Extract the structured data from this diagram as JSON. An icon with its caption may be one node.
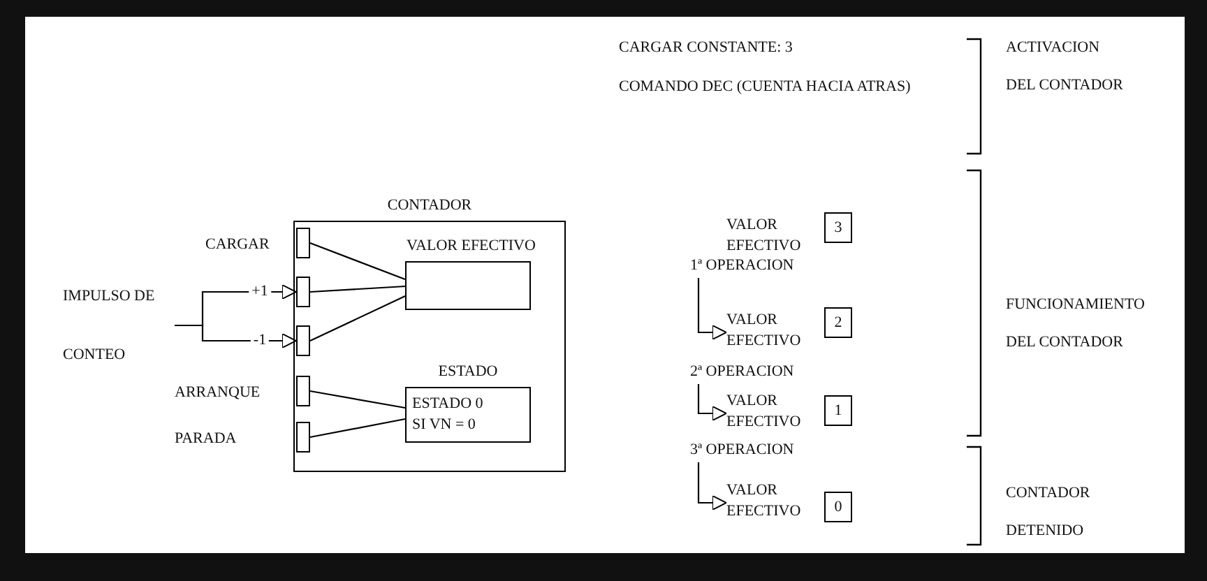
{
  "diagram": {
    "nodes": [
      {
        "text": [
          "IMPULSO DE",
          "CONTEO"
        ]
      },
      {
        "text": [
          "CONTADOR"
        ]
      },
      {
        "text": [],
        "shape": "box",
        "in": 1,
        "beside": [
          "CARGAR"
        ]
      },
      {
        "text": [],
        "shape": "box",
        "in": 1
      },
      {
        "text": [],
        "shape": "box",
        "in": 1
      },
      {
        "text": [],
        "shape": "box",
        "in": 1,
        "beside": [
          "ARRANQUE"
        ]
      },
      {
        "text": [],
        "shape": "box",
        "in": 1,
        "beside": [
          "PARADA"
        ]
      },
      {
        "text": [
          "VALOR EFECTIVO"
        ],
        "in": 1
      },
      {
        "text": [
          "ESTADO",
          "ESTADO 0 SI VN = 0"
        ],
        "in": 1
      },
      {
        "text": [
          "3"
        ]
      },
      {
        "text": [
          "1ª OPERACION"
        ]
      },
      {
        "text": [
          "VALOR EFECTIVO"
        ]
      },
      {
        "text": [
          "2"
        ]
      },
      {
        "text": [
          "2ª OPERACION"
        ]
      },
      {
        "text": [
          "VALOR EFECTIVO"
        ]
      },
      {
        "text": [
          "1"
        ]
      },
      {
        "text": [
          "3ª OPERACION"
        ]
      },
      {
        "text": [
          "VALOR EFECTIVO"
        ]
      },
      {
        "text": [
          "0"
        ]
      }
    ],
    "edges": [
      {
        "from": 0,
        "to": 3,
        "arrow": "to",
        "label": "+1"
      },
      {
        "from": 0,
        "to": 4,
        "arrow": "to",
        "label": "-1"
      },
      {
        "from": 2,
        "to": 7,
        "arrow": "none"
      },
      {
        "from": 3,
        "to": 7,
        "arrow": "none"
      },
      {
        "from": 4,
        "to": 7,
        "arrow": "none"
      },
      {
        "from": 5,
        "to": 8,
        "arrow": "none"
      },
      {
        "from": 6,
        "to": 8,
        "arrow": "none"
      },
      {
        "from": 10,
        "to": 11,
        "arrow": "to"
      },
      {
        "from": 13,
        "to": 14,
        "arrow": "to"
      },
      {
        "from": 16,
        "to": 17,
        "arrow": "to"
      }
    ],
    "labels": [
      "CARGAR CONSTANTE: 3",
      "ACTIVACION DEL CONTADOR",
      "COMANDO DEC (CUENTA HACIA ATRAS)",
      "VALOR EFECTIVO",
      "FUNCIONAMIENTO DEL CONTADOR",
      "CONTADOR DETENIDO"
    ]
  }
}
